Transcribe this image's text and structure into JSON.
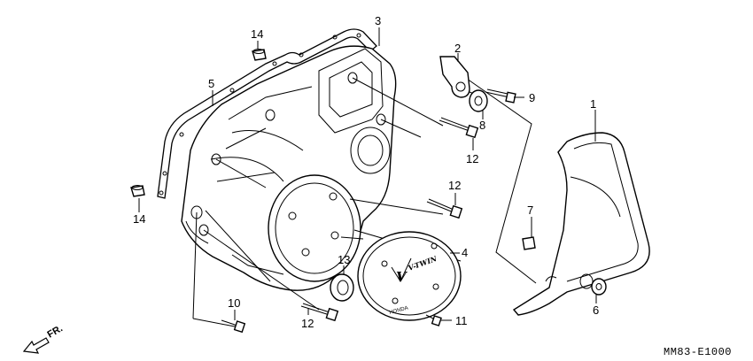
{
  "diagram": {
    "callouts": [
      {
        "id": "callout-1",
        "label": "1"
      },
      {
        "id": "callout-2",
        "label": "2"
      },
      {
        "id": "callout-3",
        "label": "3"
      },
      {
        "id": "callout-4",
        "label": "4"
      },
      {
        "id": "callout-5",
        "label": "5"
      },
      {
        "id": "callout-6",
        "label": "6"
      },
      {
        "id": "callout-7",
        "label": "7"
      },
      {
        "id": "callout-8",
        "label": "8"
      },
      {
        "id": "callout-9",
        "label": "9"
      },
      {
        "id": "callout-10",
        "label": "10"
      },
      {
        "id": "callout-11",
        "label": "11"
      },
      {
        "id": "callout-12a",
        "label": "12"
      },
      {
        "id": "callout-12b",
        "label": "12"
      },
      {
        "id": "callout-12c",
        "label": "12"
      },
      {
        "id": "callout-13",
        "label": "13"
      },
      {
        "id": "callout-14a",
        "label": "14"
      },
      {
        "id": "callout-14b",
        "label": "14"
      }
    ],
    "emblem_text": "V-TWIN",
    "emblem_maker": "HONDA",
    "direction_label": "FR.",
    "figure_code": "MM83-E1000"
  }
}
